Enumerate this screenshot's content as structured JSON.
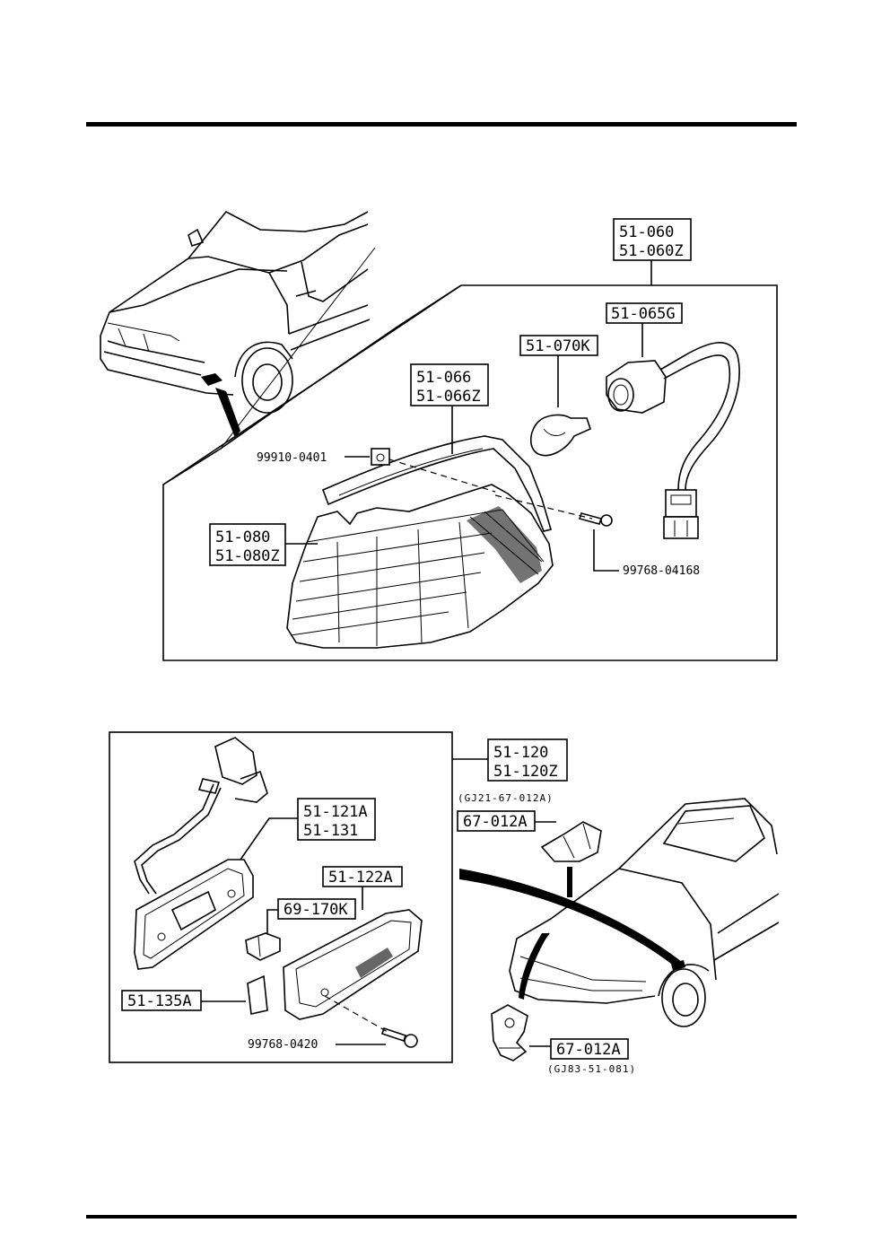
{
  "top_section": {
    "labels": {
      "assy": [
        "51-060",
        "51-060Z"
      ],
      "socket": "51-065G",
      "bulb": "51-070K",
      "gasket": [
        "51-066",
        "51-066Z"
      ],
      "clip": "99910-0401",
      "lens": [
        "51-080",
        "51-080Z"
      ],
      "screw": "99768-04168"
    }
  },
  "bottom_section": {
    "labels": {
      "assy": [
        "51-120",
        "51-120Z"
      ],
      "assy_ref": "(GJ21-67-012A)",
      "clip_top": "67-012A",
      "gasket": [
        "51-121A",
        "51-131"
      ],
      "lens": "51-122A",
      "bulb": "69-170K",
      "pad": "51-135A",
      "screw": "99768-0420",
      "clip_bottom": "67-012A",
      "clip_bottom_ref": "(GJ83-51-081)"
    }
  }
}
